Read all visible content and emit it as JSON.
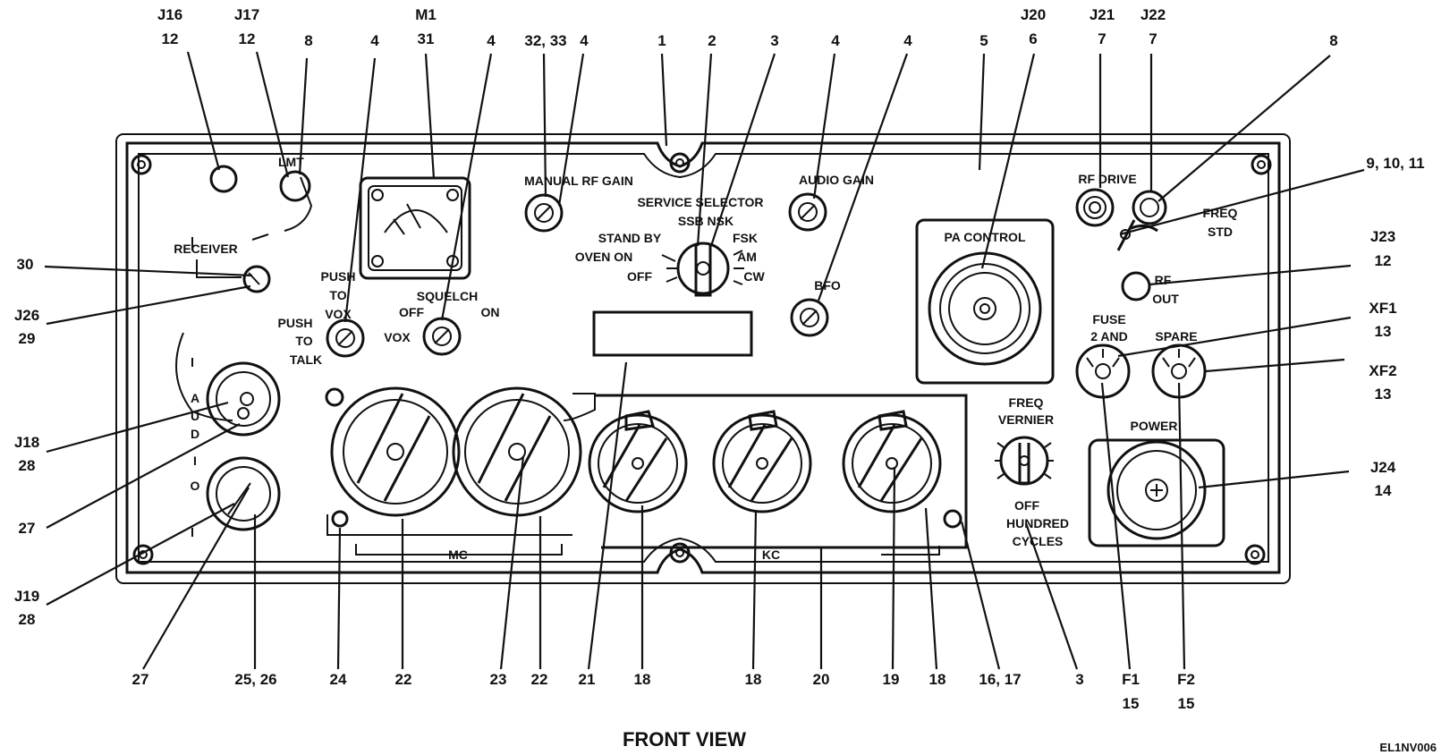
{
  "figure": {
    "title": "FRONT VIEW",
    "code": "EL1NV006"
  },
  "panel_labels": {
    "lmt": "LMT",
    "receiver": "RECEIVER",
    "push_to_vox": [
      "PUSH",
      "TO",
      "VOX"
    ],
    "push_to_talk": [
      "PUSH",
      "TO",
      "TALK"
    ],
    "vox": "VOX",
    "squelch": "SQUELCH",
    "squelch_off": "OFF",
    "squelch_on": "ON",
    "manual_rf_gain": "MANUAL RF GAIN",
    "service_selector": "SERVICE SELECTOR",
    "ssb_nsk": "SSB NSK",
    "stand_by": "STAND BY",
    "fsk": "FSK",
    "oven_on": "OVEN ON",
    "am": "AM",
    "off": "OFF",
    "cw": "CW",
    "audio_gain": "AUDIO GAIN",
    "bfo": "BFO",
    "pa_control": "PA CONTROL",
    "rf_drive": "RF DRIVE",
    "freq_std": [
      "FREQ",
      "STD"
    ],
    "rf_out": [
      "RF",
      "OUT"
    ],
    "fuse": [
      "FUSE",
      "2 AND"
    ],
    "spare": "SPARE",
    "power": "POWER",
    "audio": [
      "A",
      "U",
      "D",
      "I",
      "O"
    ],
    "mc": "MC",
    "kc": "KC",
    "freq_vernier": [
      "FREQ",
      "VERNIER"
    ],
    "off_hundred_cycles": [
      "OFF",
      "HUNDRED",
      "CYCLES"
    ]
  },
  "callouts": {
    "top": [
      {
        "id": "j16",
        "lines": [
          "J16",
          "12"
        ]
      },
      {
        "id": "j17",
        "lines": [
          "J17",
          "12"
        ]
      },
      {
        "id": "c8a",
        "lines": [
          "8"
        ]
      },
      {
        "id": "c4a",
        "lines": [
          "4"
        ]
      },
      {
        "id": "m1",
        "lines": [
          "M1",
          "31"
        ]
      },
      {
        "id": "c4b",
        "lines": [
          "4"
        ]
      },
      {
        "id": "c3233",
        "lines": [
          "32, 33"
        ]
      },
      {
        "id": "c4c",
        "lines": [
          "4"
        ]
      },
      {
        "id": "c1",
        "lines": [
          "1"
        ]
      },
      {
        "id": "c2",
        "lines": [
          "2"
        ]
      },
      {
        "id": "c3a",
        "lines": [
          "3"
        ]
      },
      {
        "id": "c4d",
        "lines": [
          "4"
        ]
      },
      {
        "id": "c4e",
        "lines": [
          "4"
        ]
      },
      {
        "id": "c5",
        "lines": [
          "5"
        ]
      },
      {
        "id": "j20",
        "lines": [
          "J20",
          "6"
        ]
      },
      {
        "id": "j21",
        "lines": [
          "J21",
          "7"
        ]
      },
      {
        "id": "j22",
        "lines": [
          "J22",
          "7"
        ]
      },
      {
        "id": "c8b",
        "lines": [
          "8"
        ]
      }
    ],
    "right": [
      {
        "id": "c91011",
        "lines": [
          "9, 10, 11"
        ]
      },
      {
        "id": "j23",
        "lines": [
          "J23",
          "12"
        ]
      },
      {
        "id": "xf1",
        "lines": [
          "XF1",
          "13"
        ]
      },
      {
        "id": "xf2",
        "lines": [
          "XF2",
          "13"
        ]
      },
      {
        "id": "j24",
        "lines": [
          "J24",
          "14"
        ]
      }
    ],
    "left": [
      {
        "id": "c30",
        "lines": [
          "30"
        ]
      },
      {
        "id": "j26",
        "lines": [
          "J26",
          "29"
        ]
      },
      {
        "id": "j18",
        "lines": [
          "J18",
          "28"
        ]
      },
      {
        "id": "c27a",
        "lines": [
          "27"
        ]
      },
      {
        "id": "j19",
        "lines": [
          "J19",
          "28"
        ]
      }
    ],
    "bottom": [
      {
        "id": "c27b",
        "lines": [
          "27"
        ]
      },
      {
        "id": "c2526",
        "lines": [
          "25, 26"
        ]
      },
      {
        "id": "c24",
        "lines": [
          "24"
        ]
      },
      {
        "id": "c22a",
        "lines": [
          "22"
        ]
      },
      {
        "id": "c23",
        "lines": [
          "23"
        ]
      },
      {
        "id": "c22b",
        "lines": [
          "22"
        ]
      },
      {
        "id": "c21",
        "lines": [
          "21"
        ]
      },
      {
        "id": "c18a",
        "lines": [
          "18"
        ]
      },
      {
        "id": "c18b",
        "lines": [
          "18"
        ]
      },
      {
        "id": "c20",
        "lines": [
          "20"
        ]
      },
      {
        "id": "c19",
        "lines": [
          "19"
        ]
      },
      {
        "id": "c18c",
        "lines": [
          "18"
        ]
      },
      {
        "id": "c1617",
        "lines": [
          "16, 17"
        ]
      },
      {
        "id": "c3b",
        "lines": [
          "3"
        ]
      },
      {
        "id": "f1",
        "lines": [
          "F1",
          "15"
        ]
      },
      {
        "id": "f2",
        "lines": [
          "F2",
          "15"
        ]
      }
    ]
  }
}
